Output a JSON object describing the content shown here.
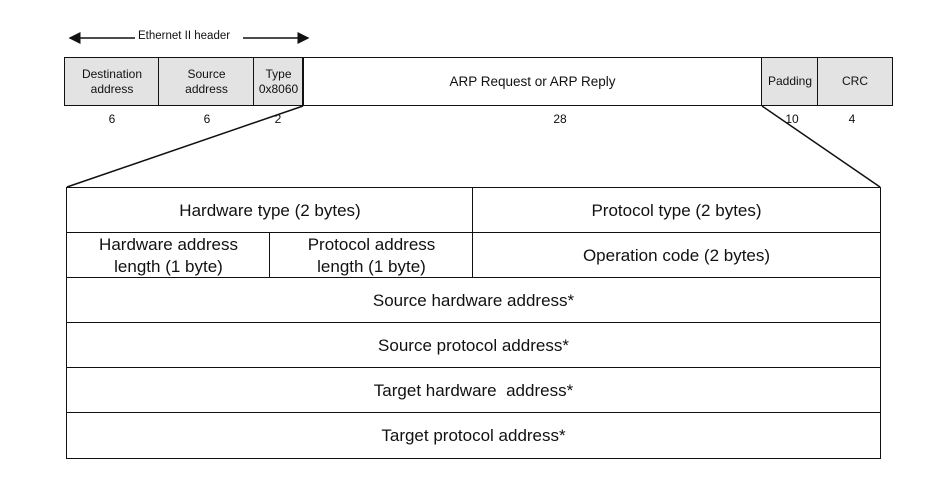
{
  "ethernet_header_label": "Ethernet II header",
  "frame": {
    "fields": [
      {
        "label": "Destination\naddress",
        "size": "6"
      },
      {
        "label": "Source\naddress",
        "size": "6"
      },
      {
        "label": "Type\n0x8060",
        "size": "2"
      },
      {
        "label": "ARP Request or ARP Reply",
        "size": "28"
      },
      {
        "label": "Padding",
        "size": "10"
      },
      {
        "label": "CRC",
        "size": "4"
      }
    ]
  },
  "arp_packet": {
    "hardware_type": "Hardware type (2 bytes)",
    "protocol_type": "Protocol type (2 bytes)",
    "hardware_address_length": "Hardware address\nlength (1 byte)",
    "protocol_address_length": "Protocol address\nlength (1 byte)",
    "operation_code": "Operation code (2 bytes)",
    "source_hardware_address": "Source hardware address*",
    "source_protocol_address": "Source protocol address*",
    "target_hardware_address": "Target hardware  address*",
    "target_protocol_address": "Target protocol address*"
  },
  "colors": {
    "shaded_field": "#e3e3e3",
    "line": "#111111"
  }
}
